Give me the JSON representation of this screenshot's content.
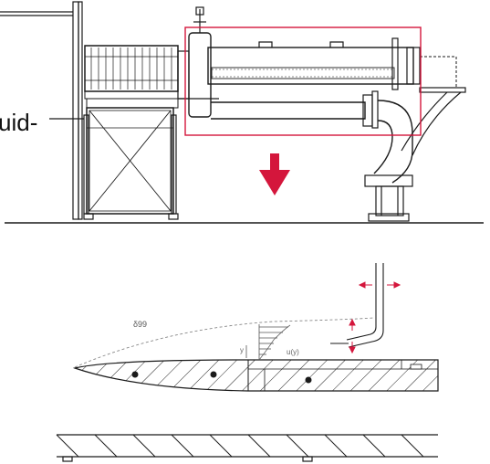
{
  "labels": {
    "fluid_fragment": "uid-",
    "delta99": "δ99",
    "y_axis": "y",
    "u_of_y": "u(y)"
  },
  "colors": {
    "accent_red": "#d4163c",
    "line": "#1a1a1a",
    "dashed": "#888888"
  },
  "icons": {
    "down_arrow": "down-arrow-icon",
    "horizontal_traverse": "double-arrow-horizontal-icon",
    "vertical_traverse": "double-arrow-vertical-icon"
  }
}
